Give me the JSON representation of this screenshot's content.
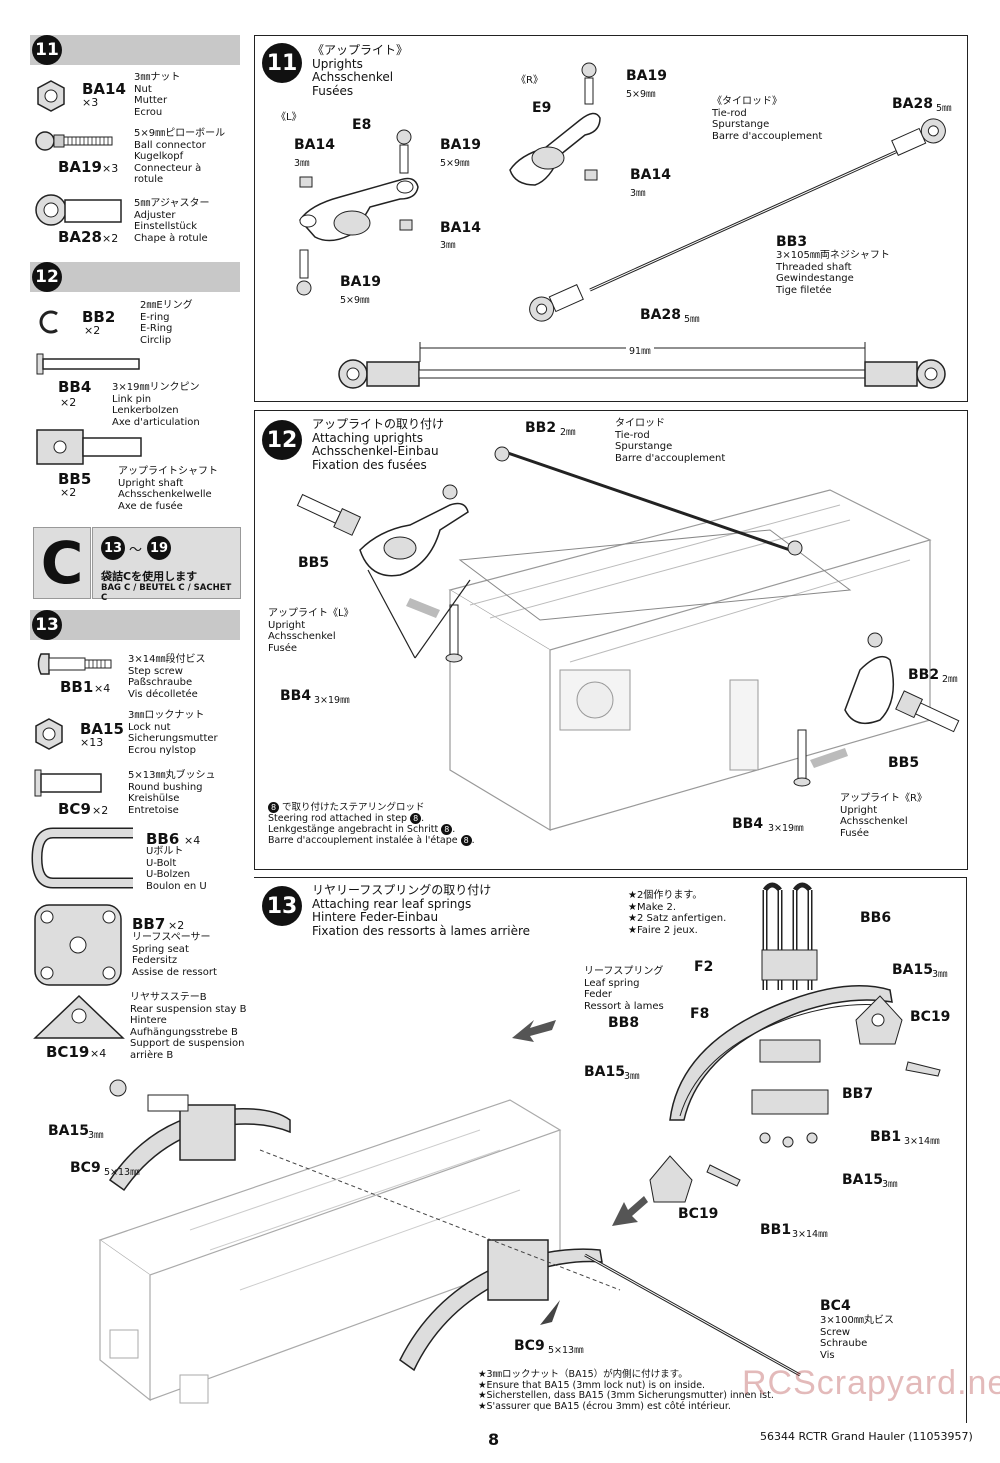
{
  "sidebar": {
    "step11": {
      "num": "11",
      "items": [
        {
          "code": "BA14",
          "qty": "×3",
          "desc": "3㎜ナット\nNut\nMutter\nEcrou"
        },
        {
          "code": "BA19",
          "qty": "×3",
          "desc": "5×9㎜ピローボール\nBall connector\nKugelkopf\nConnecteur à\nrotule"
        },
        {
          "code": "BA28",
          "qty": "×2",
          "desc": "5㎜アジャスター\nAdjuster\nEinstellstück\nChape à rotule"
        }
      ]
    },
    "step12": {
      "num": "12",
      "items": [
        {
          "code": "BB2",
          "qty": "×2",
          "desc": "2㎜Eリング\nE-ring\nE-Ring\nCirclip"
        },
        {
          "code": "BB4",
          "qty": "×2",
          "desc": "3×19㎜リンクピン\nLink pin\nLenkerbolzen\nAxe d'articulation"
        },
        {
          "code": "BB5",
          "qty": "×2",
          "desc": "アップライトシャフト\nUpright shaft\nAchsschenkelwelle\nAxe de fusée"
        }
      ]
    },
    "bag": {
      "letter": "C",
      "range_start": "13",
      "range_sep": "〜",
      "range_end": "19",
      "ja": "袋詰Cを使用します",
      "en": "BAG C / BEUTEL C / SACHET C"
    },
    "step13": {
      "num": "13",
      "items": [
        {
          "code": "BB1",
          "qty": "×4",
          "desc": "3×14㎜段付ビス\nStep screw\nPaßschraube\nVis décolletée"
        },
        {
          "code": "BA15",
          "qty": "×13",
          "desc": "3㎜ロックナット\nLock nut\nSicherungsmutter\nEcrou nylstop"
        },
        {
          "code": "BC9",
          "qty": "×2",
          "desc": "5×13㎜丸ブッシュ\nRound bushing\nKreishülse\nEntretoise"
        },
        {
          "code": "BB6",
          "qty": "×4",
          "desc": "Uボルト\nU-Bolt\nU-Bolzen\nBoulon en U"
        },
        {
          "code": "BB7",
          "qty": "×2",
          "desc": "リーフスペーサー\nSpring seat\nFedersitz\nAssise de ressort"
        },
        {
          "code": "BC19",
          "qty": "×4",
          "desc": "リヤサスステーB\nRear suspension stay B\nHintere\nAufhängungsstrebe B\nSupport de suspension\narrière B"
        }
      ]
    }
  },
  "step11": {
    "num": "11",
    "title": "《アップライト》\nUprights\nAchsschenkel\nFusées",
    "left_tag": "《L》",
    "right_tag": "《R》",
    "parts": {
      "E8": "E8",
      "E9": "E9",
      "BA14": "BA14",
      "BA14_sub": "3㎜",
      "BA19": "BA19",
      "BA19_sub": "5×9㎜",
      "BA28": "BA28",
      "BA28_sub": "5㎜",
      "BB3": "BB3",
      "tie_rod": "《タイロッド》\nTie-rod\nSpurstange\nBarre d'accouplement",
      "shaft": "3×105㎜両ネジシャフト\nThreaded shaft\nGewindestange\nTige filetée",
      "dim": "91㎜"
    }
  },
  "step12": {
    "num": "12",
    "title": "アップライトの取り付け\nAttaching uprights\nAchsschenkel-Einbau\nFixation des fusées",
    "BB2": "BB2",
    "BB2_sub": "2㎜",
    "BB4": "BB4",
    "BB4_sub": "3×19㎜",
    "BB5": "BB5",
    "tie_rod": "タイロッド\nTie-rod\nSpurstange\nBarre d'accouplement",
    "upright_L": "アップライト《L》\nUpright\nAchsschenkel\nFusée",
    "upright_R": "アップライト《R》\nUpright\nAchsschenkel\nFusée",
    "note_ja": "で取り付けたステアリングロッド",
    "note_en": "Steering rod attached in step",
    "note_de": "Lenkgestänge angebracht in Schritt",
    "note_fr": "Barre d'accouplement instalée à l'étape",
    "note_step": "8"
  },
  "step13": {
    "num": "13",
    "title": "リヤリーフスプリングの取り付け\nAttaching rear leaf springs\nHintere Feder-Einbau\nFixation des ressorts à lames arrière",
    "make2": "★2個作ります。\n★Make 2.\n★2 Satz anfertigen.\n★Faire 2 jeux.",
    "leaf": "リーフスプリング\nLeaf spring\nFeder\nRessort à lames",
    "BB6": "BB6",
    "F2": "F2",
    "F8": "F8",
    "BB8": "BB8",
    "BA15": "BA15",
    "BA15_sub": "3㎜",
    "BC19": "BC19",
    "BB7": "BB7",
    "BB1": "BB1",
    "BB1_sub": "3×14㎜",
    "BC9": "BC9",
    "BC9_sub": "5×13㎜",
    "BC4": "BC4",
    "BC4_desc": "3×100㎜丸ビス\nScrew\nSchraube\nVis",
    "lock_note": "★3㎜ロックナット（BA15）が内側に付けます。\n★Ensure that BA15 (3mm lock nut) is on inside.\n★Sicherstellen, dass BA15 (3mm Sicherungsmutter) innen ist.\n★S'assurer que BA15 (écrou 3mm) est côté intérieur."
  },
  "footer": {
    "page": "8",
    "model": "56344 RCTR Grand Hauler  (11053957)",
    "watermark": "RCScrapyard.net"
  }
}
